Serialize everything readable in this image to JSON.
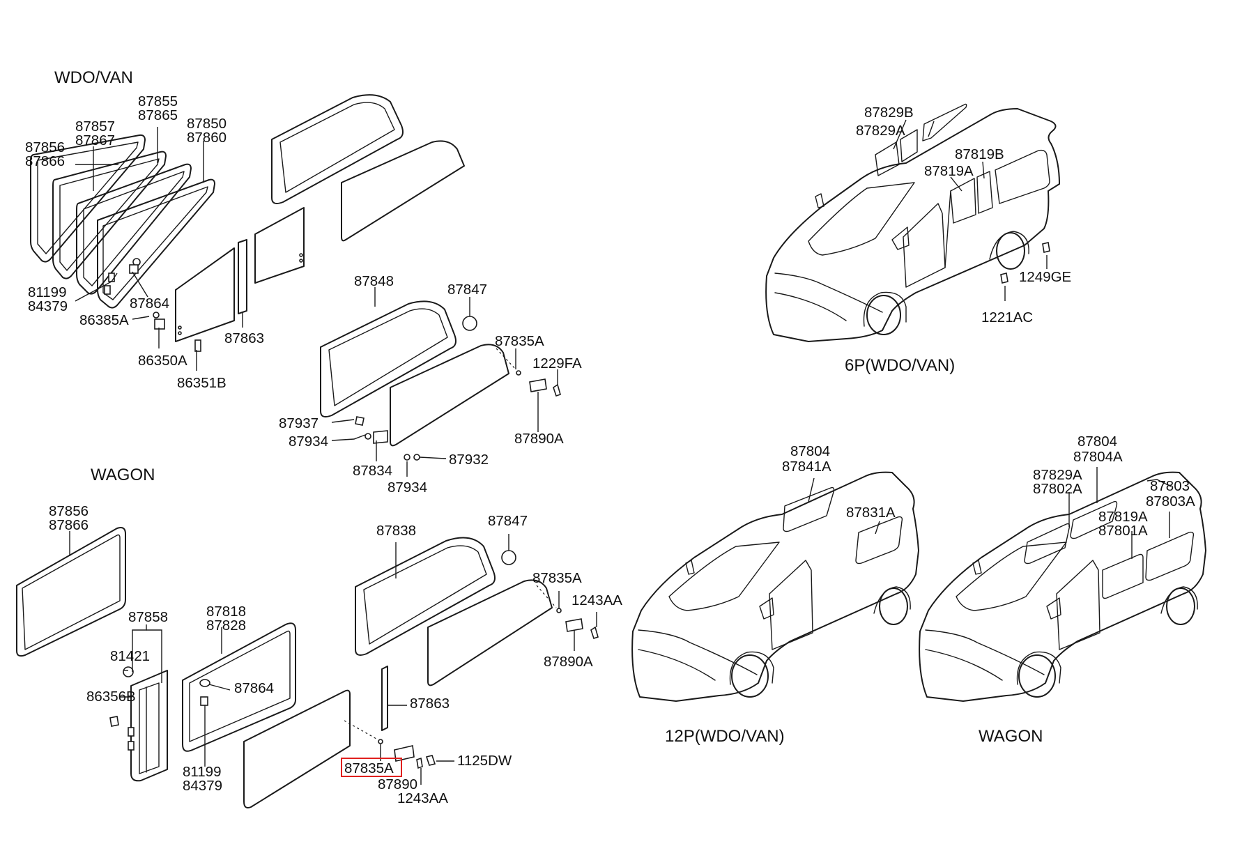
{
  "sections": {
    "wdo_van": "WDO/VAN",
    "wagon": "WAGON"
  },
  "captions": {
    "p6": "6P(WDO/VAN)",
    "p12": "12P(WDO/VAN)",
    "wagon": "WAGON"
  },
  "highlight": {
    "part": "87835A",
    "color": "#e0201e"
  },
  "labels": {
    "a1": "87856",
    "a2": "87866",
    "a3": "87857",
    "a4": "87867",
    "a5": "87855",
    "a6": "87865",
    "a7": "87850",
    "a8": "87860",
    "a9": "81199",
    "a10": "84379",
    "a11": "87864",
    "a12": "86385A",
    "a13": "86350A",
    "a14": "86351B",
    "a15": "87863",
    "b1": "87848",
    "b2": "87847",
    "b3": "87835A",
    "b4": "1229FA",
    "b5": "87890A",
    "b6": "87937",
    "b7": "87934",
    "b8": "87834",
    "b9": "87934",
    "b10": "87932",
    "c1": "87829B",
    "c2": "87829A",
    "c3": "87819B",
    "c4": "87819A",
    "c5": "1249GE",
    "c6": "1221AC",
    "d1": "87856",
    "d2": "87866",
    "d3": "87858",
    "d4": "81421",
    "d5": "86356B",
    "d6": "87818",
    "d7": "87828",
    "d8": "87864",
    "d9": "81199",
    "d10": "84379",
    "e1": "87838",
    "e2": "87847",
    "e3": "87835A",
    "e4": "1243AA",
    "e5": "87890A",
    "e6": "87863",
    "e7": "1125DW",
    "e8": "87835A",
    "e9": "87890",
    "e10": "1243AA",
    "f1": "87804",
    "f2": "87841A",
    "f3": "87831A",
    "g1": "87804",
    "g2": "87804A",
    "g3": "87829A",
    "g4": "87802A",
    "g5": "87803",
    "g6": "87803A",
    "g7": "87819A",
    "g8": "87801A"
  }
}
